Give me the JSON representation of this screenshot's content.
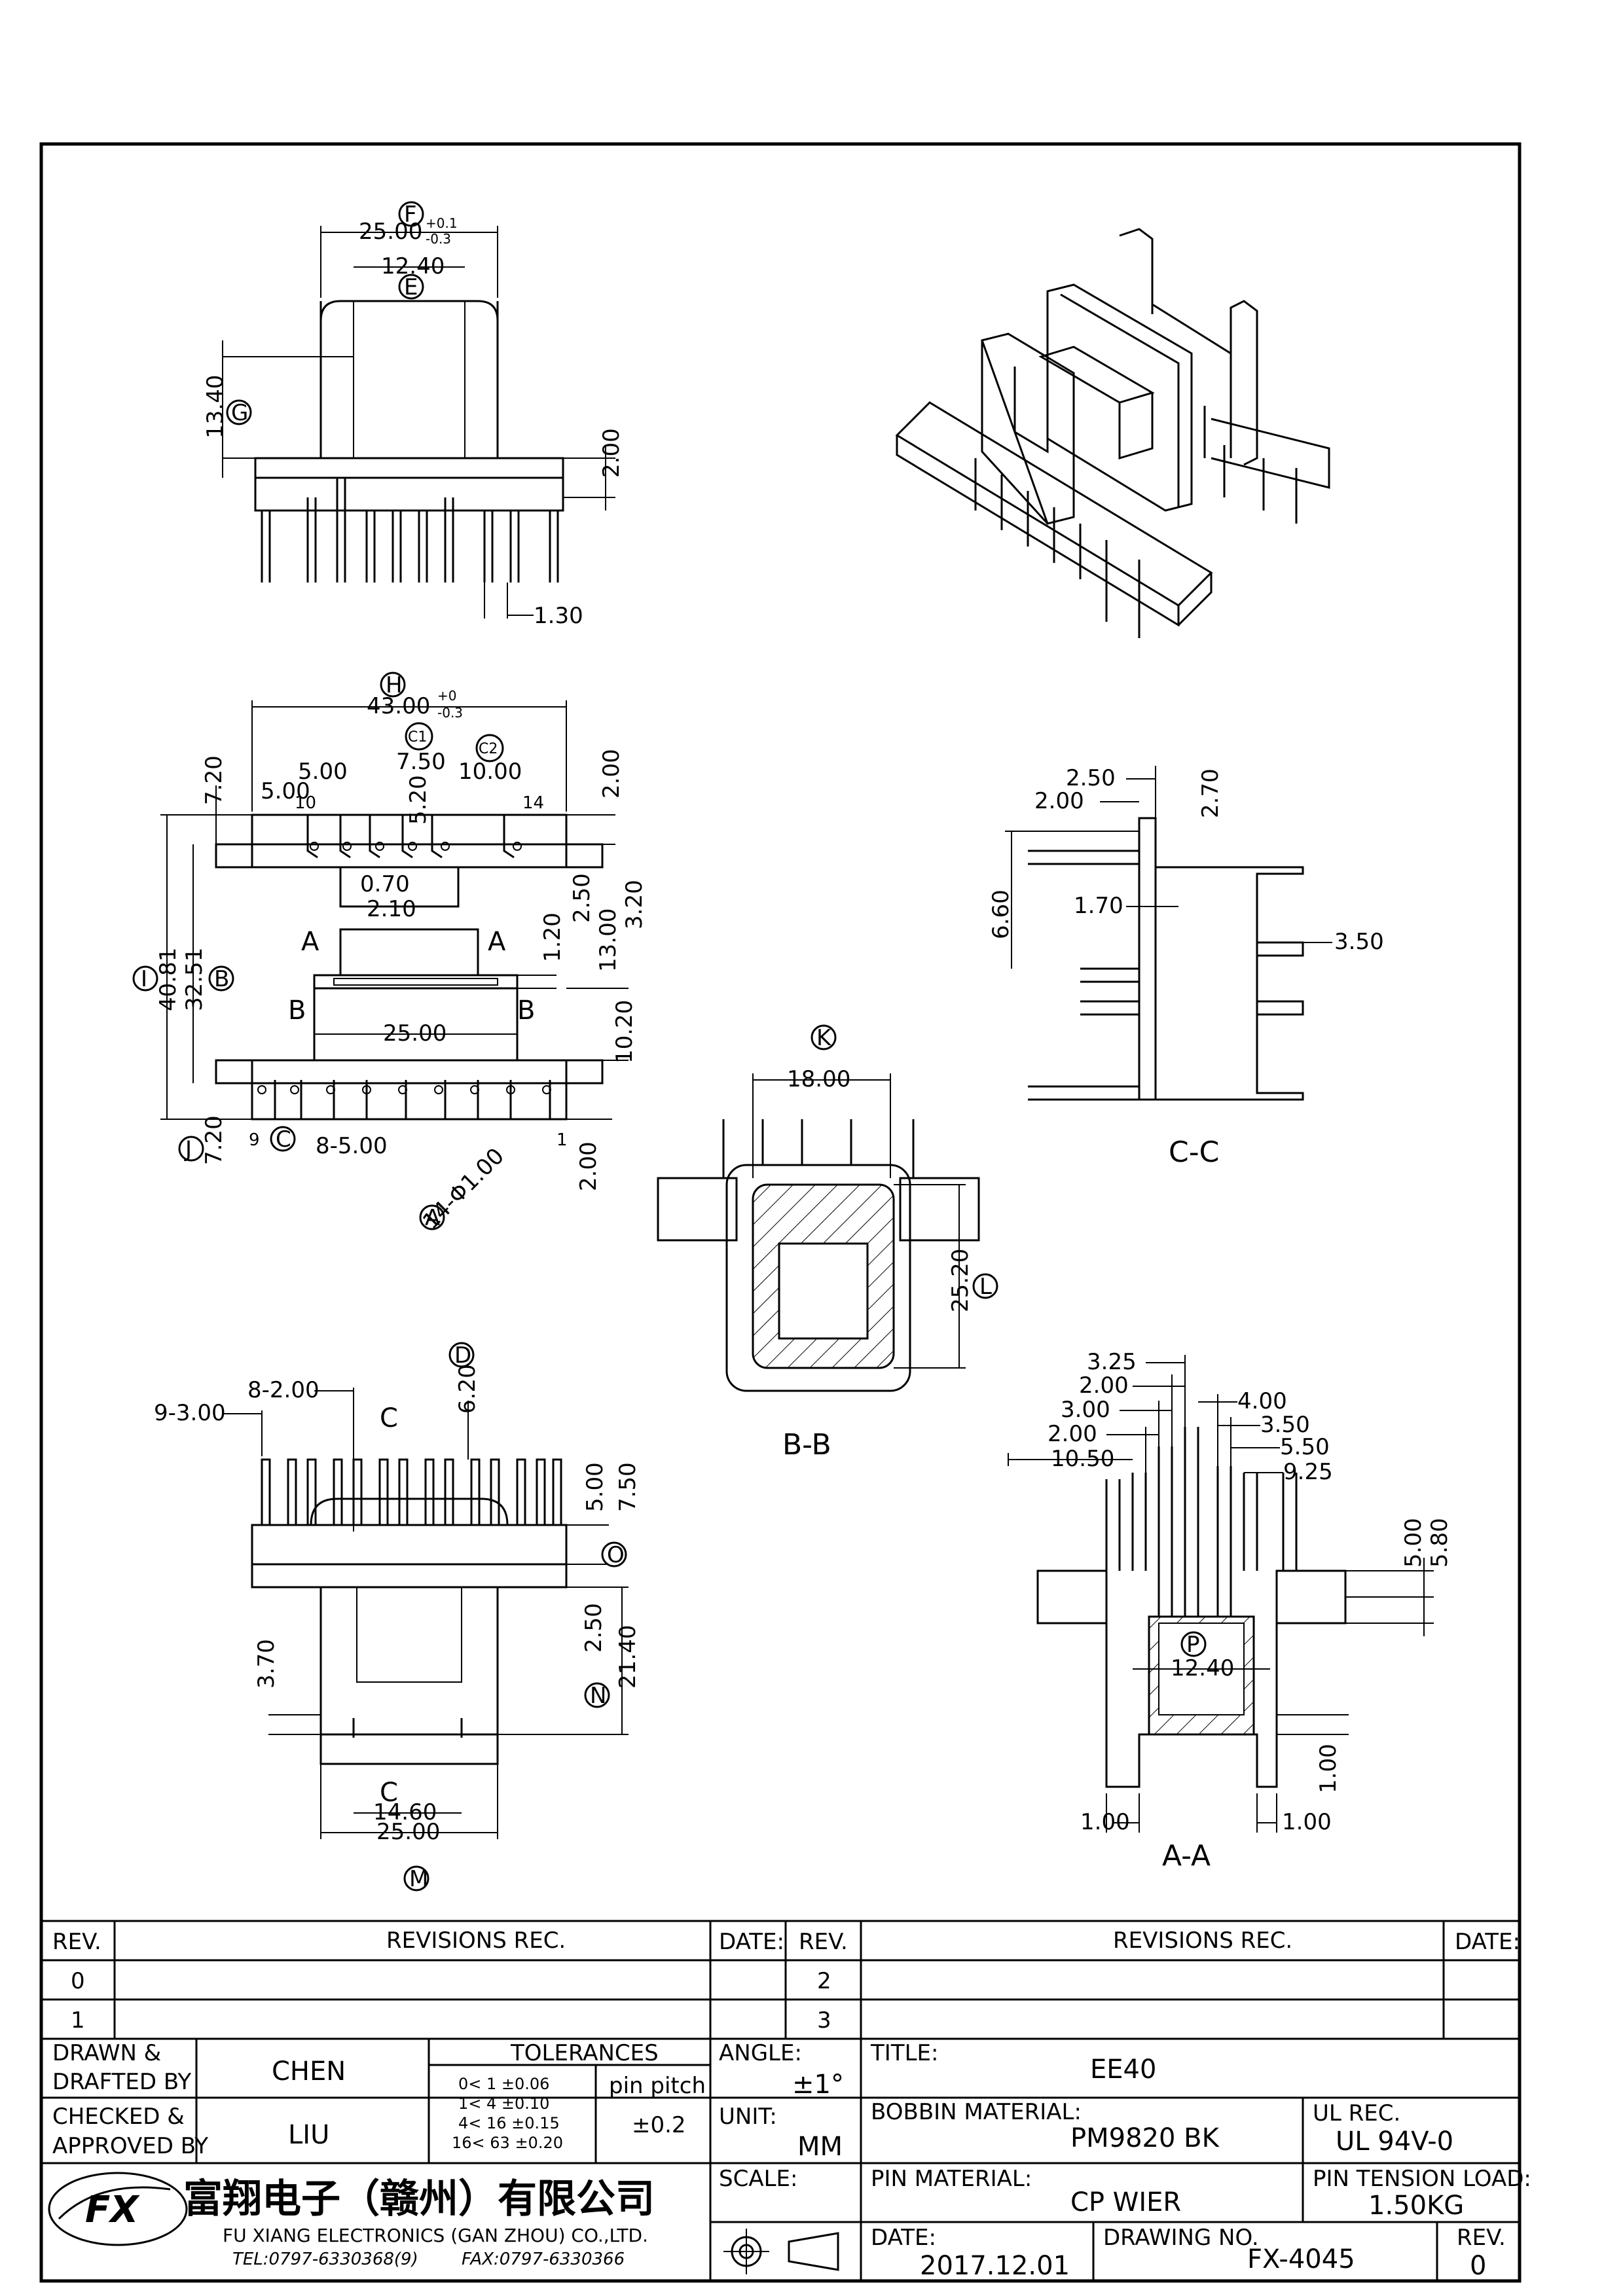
{
  "views": {
    "front": {
      "dims": [
        "25.00",
        "+0.1",
        "-0.3",
        "12.40",
        "13.40",
        "2.00",
        "1.30"
      ],
      "refs": [
        "F",
        "E",
        "G"
      ]
    },
    "top": {
      "dims": [
        "43.00",
        "+0",
        "-0.3",
        "7.50",
        "5.00",
        "5.00",
        "10.00",
        "7.20",
        "5.20",
        "2.00",
        "0.70",
        "2.10",
        "1.20",
        "2.50",
        "13.00",
        "3.20",
        "40.81",
        "32.51",
        "25.00",
        "10.20",
        "7.20",
        "8-5.00",
        "14-Φ1.00",
        "2.00"
      ],
      "refs": [
        "H",
        "C1",
        "C2",
        "I",
        "B",
        "J",
        "C",
        "A"
      ],
      "pins": [
        "10",
        "14",
        "9",
        "1"
      ],
      "section_labels": [
        "A",
        "A",
        "B",
        "B"
      ]
    },
    "cc": {
      "dims": [
        "2.50",
        "2.00",
        "2.70",
        "6.60",
        "1.70",
        "3.50"
      ],
      "label": "C-C"
    },
    "bb": {
      "dims": [
        "18.00",
        "25.20"
      ],
      "refs": [
        "K",
        "L"
      ],
      "label": "B-B"
    },
    "side": {
      "dims": [
        "9-3.00",
        "8-2.00",
        "6.20",
        "5.00",
        "7.50",
        "2.50",
        "21.40",
        "3.70",
        "14.60",
        "25.00"
      ],
      "refs": [
        "D",
        "O",
        "N",
        "M"
      ],
      "section_labels": [
        "C",
        "C"
      ]
    },
    "aa": {
      "dims": [
        "3.25",
        "2.00",
        "3.00",
        "2.00",
        "10.50",
        "4.00",
        "3.50",
        "5.50",
        "9.25",
        "5.00",
        "5.80",
        "12.40",
        "1.00",
        "1.00",
        "1.00"
      ],
      "refs": [
        "P"
      ],
      "label": "A-A"
    }
  },
  "title_block": {
    "rev_header": "REV.",
    "revisions_header": "REVISIONS   REC.",
    "date_header": "DATE:",
    "revs_left": [
      "0",
      "1"
    ],
    "revs_right": [
      "2",
      "3"
    ],
    "drawn_label": "DRAWN &",
    "drafted_label": "DRAFTED BY",
    "drawn_by": "CHEN",
    "checked_label": "CHECKED &",
    "approved_label": "APPROVED BY",
    "approved_by": "LIU",
    "tolerances_header": "TOLERANCES",
    "tolerances": [
      "0<  1   ±0.06",
      "1<  4   ±0.10",
      "4<  16  ±0.15",
      "16<  63  ±0.20"
    ],
    "pin_pitch_label": "pin pitch",
    "pin_pitch": "±0.2",
    "angle_label": "ANGLE:",
    "angle": "±1°",
    "unit_label": "UNIT:",
    "unit": "MM",
    "scale_label": "SCALE:",
    "title_label": "TITLE:",
    "title": "EE40",
    "bobbin_material_label": "BOBBIN MATERIAL:",
    "bobbin_material": "PM9820  BK",
    "ul_rec_label": "UL REC.",
    "ul_rec": "UL  94V-0",
    "pin_material_label": "PIN MATERIAL:",
    "pin_material": "CP  WIER",
    "pin_tension_label": "PIN TENSION LOAD:",
    "pin_tension": "1.50KG",
    "date_label": "DATE:",
    "date": "2017.12.01",
    "drawing_no_label": "DRAWING NO.",
    "drawing_no": "FX-4045",
    "rev_label": "REV.",
    "rev": "0",
    "company_cn": "富翔电子（赣州）有限公司",
    "company_en": "FU XIANG ELECTRONICS (GAN ZHOU) CO.,LTD.",
    "tel": "TEL:0797-6330368(9)",
    "fax": "FAX:0797-6330366",
    "logo_text": "FX"
  }
}
